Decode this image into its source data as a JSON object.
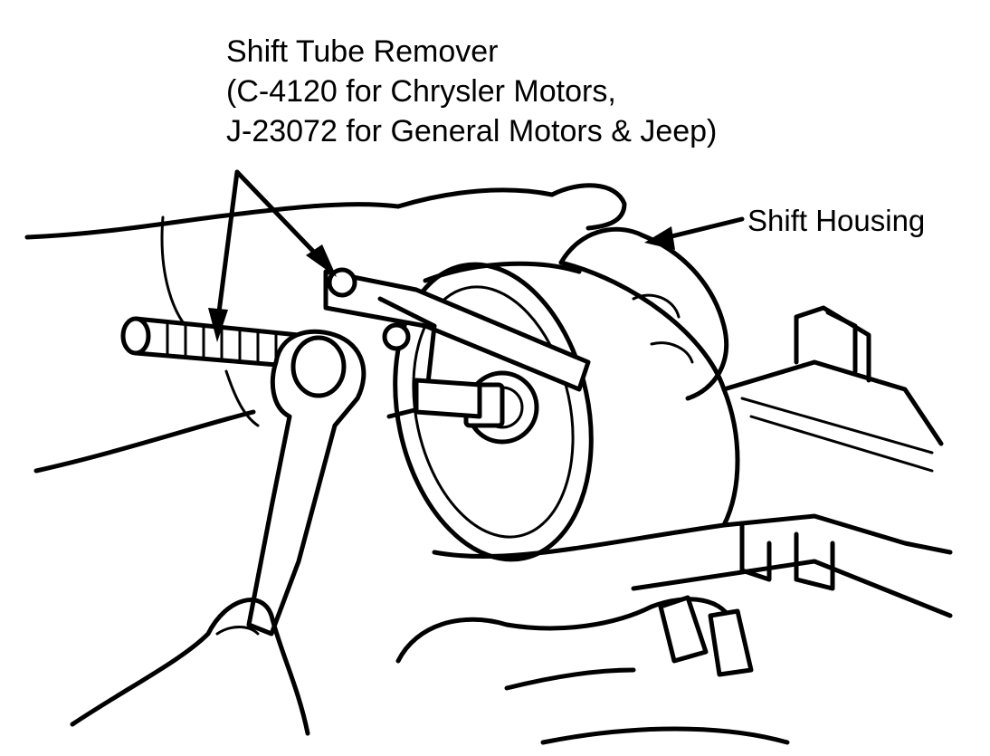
{
  "labels": {
    "remover_line1": "Shift Tube Remover",
    "remover_line2": "(C-4120 for Chrysler Motors,",
    "remover_line3": "J-23072 for General Motors & Jeep)",
    "housing": "Shift Housing"
  },
  "colors": {
    "ink": "#000000",
    "paper": "#ffffff"
  }
}
